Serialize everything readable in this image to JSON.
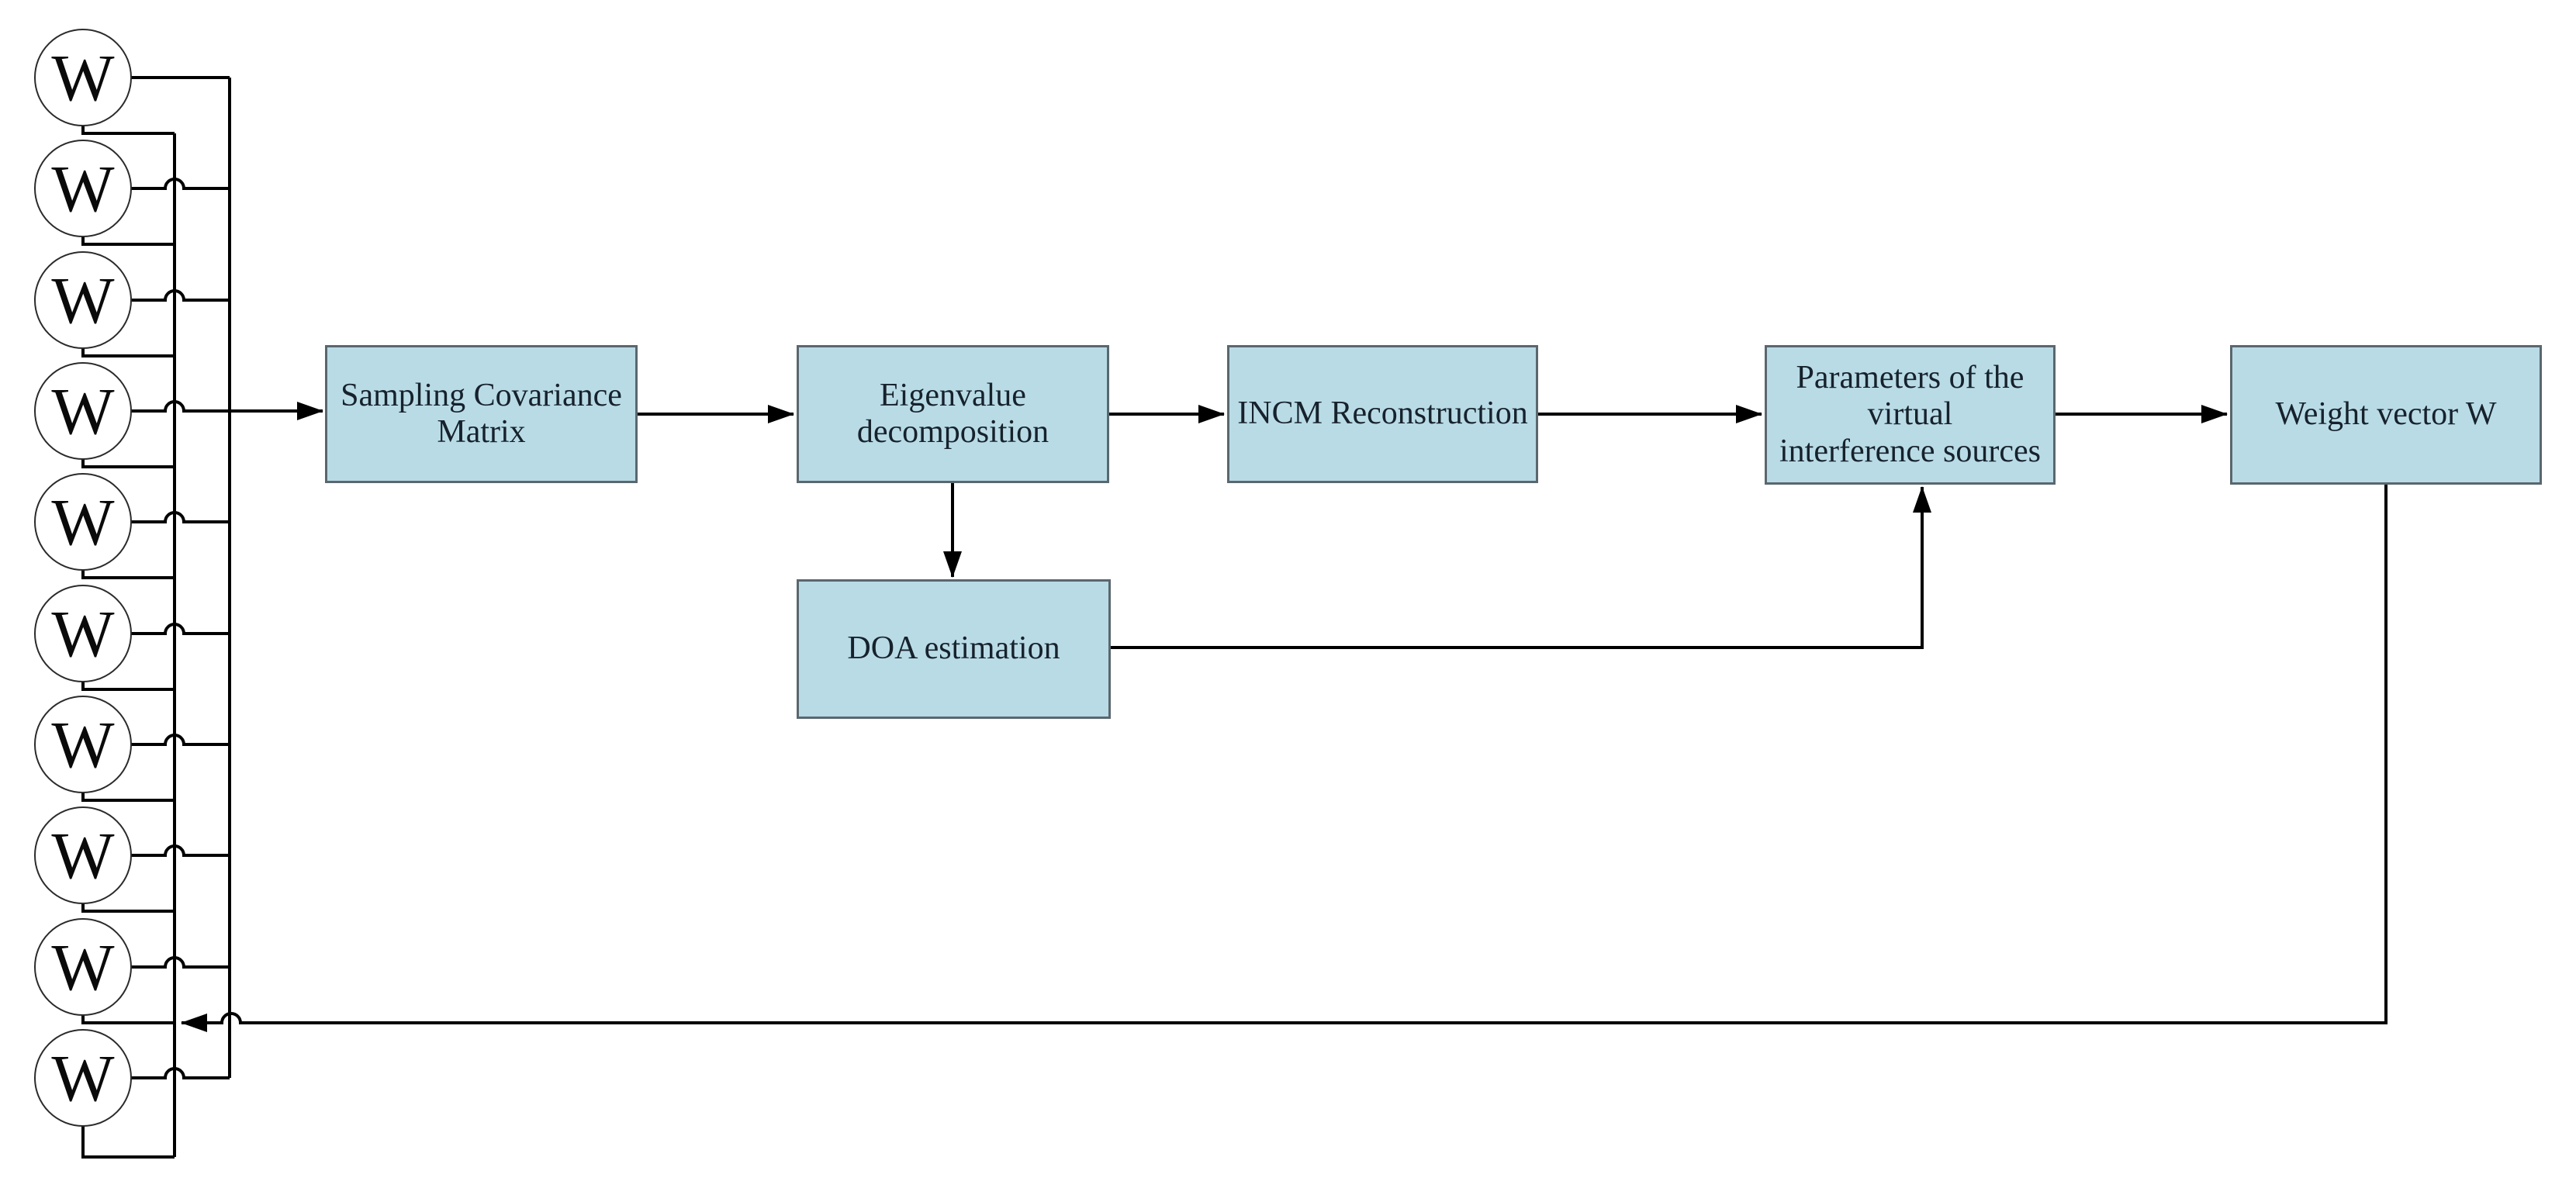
{
  "diagram": {
    "type": "block-diagram",
    "description_visible_only": "adaptive beamforming flowchart",
    "antenna": {
      "elements": [
        {
          "label": "W"
        },
        {
          "label": "W"
        },
        {
          "label": "W"
        },
        {
          "label": "W"
        },
        {
          "label": "W"
        },
        {
          "label": "W"
        },
        {
          "label": "W"
        },
        {
          "label": "W"
        },
        {
          "label": "W"
        },
        {
          "label": "W"
        }
      ]
    },
    "blocks": {
      "sampling_covariance_matrix": {
        "label": "Sampling Covariance Matrix",
        "lines": [
          "Sampling Covariance",
          "Matrix"
        ]
      },
      "eigenvalue_decomposition": {
        "label": "Eigenvalue decomposition",
        "lines": [
          "Eigenvalue",
          "decomposition"
        ]
      },
      "incm_reconstruction": {
        "label": "INCM Reconstruction",
        "lines": [
          "INCM Reconstruction"
        ]
      },
      "virtual_interference_parameters": {
        "label": "Parameters of the virtual interference sources",
        "lines": [
          "Parameters of the",
          "virtual",
          "interference sources"
        ]
      },
      "weight_vector": {
        "label": "Weight vector W",
        "lines": [
          "Weight vector W"
        ]
      },
      "doa_estimation": {
        "label": "DOA estimation",
        "lines": [
          "DOA estimation"
        ]
      }
    },
    "connections": [
      {
        "from": "antenna-array-bus",
        "to": "sampling_covariance_matrix"
      },
      {
        "from": "sampling_covariance_matrix",
        "to": "eigenvalue_decomposition"
      },
      {
        "from": "eigenvalue_decomposition",
        "to": "incm_reconstruction"
      },
      {
        "from": "eigenvalue_decomposition",
        "to": "doa_estimation"
      },
      {
        "from": "incm_reconstruction",
        "to": "virtual_interference_parameters"
      },
      {
        "from": "doa_estimation",
        "to": "virtual_interference_parameters"
      },
      {
        "from": "virtual_interference_parameters",
        "to": "weight_vector"
      },
      {
        "from": "weight_vector",
        "to": "antenna-weight-bus"
      }
    ],
    "colors": {
      "background": "#ffffff",
      "block_fill": "#b9dbe6",
      "block_border": "#5a676e",
      "block_text": "#16222c",
      "wire": "#000000",
      "antenna_outline": "#2b2b2b"
    }
  }
}
